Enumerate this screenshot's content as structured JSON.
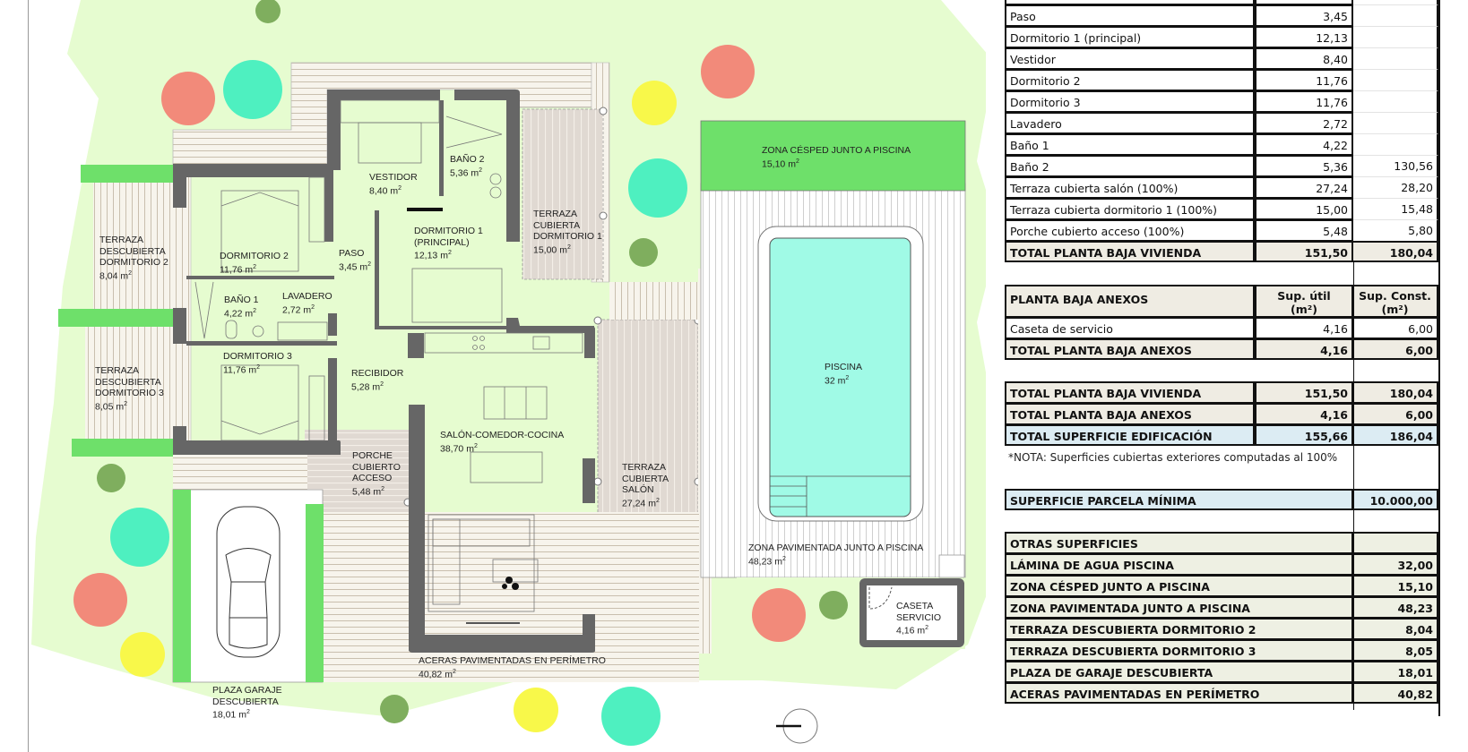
{
  "floor_plan": {
    "rooms": [
      {
        "id": "vestidor",
        "name": "VESTIDOR",
        "area": "8,40 m",
        "exp": "2"
      },
      {
        "id": "bano2",
        "name": "BAÑO 2",
        "area": "5,36 m",
        "exp": "2"
      },
      {
        "id": "dormitorio2",
        "name": "DORMITORIO 2",
        "area": "11,76 m",
        "exp": "2"
      },
      {
        "id": "paso",
        "name": "PASO",
        "area": "3,45 m",
        "exp": "2"
      },
      {
        "id": "dormitorio1",
        "name": "DORMITORIO 1\n(PRINCIPAL)",
        "area": "12,13 m",
        "exp": "2"
      },
      {
        "id": "terraza-cub-dorm1",
        "name": "TERRAZA\nCUBIERTA\nDORMITORIO 1",
        "area": "15,00 m",
        "exp": "2"
      },
      {
        "id": "terraza-desc-dorm2",
        "name": "TERRAZA\nDESCUBIERTA\nDORMITORIO 2",
        "area": "8,04 m",
        "exp": "2"
      },
      {
        "id": "bano1",
        "name": "BAÑO 1",
        "area": "4,22 m",
        "exp": "2"
      },
      {
        "id": "lavadero",
        "name": "LAVADERO",
        "area": "2,72 m",
        "exp": "2"
      },
      {
        "id": "dormitorio3",
        "name": "DORMITORIO 3",
        "area": "11,76 m",
        "exp": "2"
      },
      {
        "id": "recibidor",
        "name": "RECIBIDOR",
        "area": "5,28 m",
        "exp": "2"
      },
      {
        "id": "terraza-desc-dorm3",
        "name": "TERRAZA\nDESCUBIERTA\nDORMITORIO 3",
        "area": "8,05 m",
        "exp": "2"
      },
      {
        "id": "porche",
        "name": "PORCHE\nCUBIERTO\nACCESO",
        "area": "5,48 m",
        "exp": "2"
      },
      {
        "id": "salon",
        "name": "SALÓN-COMEDOR-COCINA",
        "area": "38,70 m",
        "exp": "2"
      },
      {
        "id": "terraza-cub-salon",
        "name": "TERRAZA\nCUBIERTA\nSALÓN",
        "area": "27,24 m",
        "exp": "2"
      },
      {
        "id": "cesped",
        "name": "ZONA CÉSPED JUNTO A PISCINA",
        "area": "15,10 m",
        "exp": "2"
      },
      {
        "id": "piscina",
        "name": "PISCINA",
        "area": "32 m",
        "exp": "2"
      },
      {
        "id": "zona-pavimentada",
        "name": "ZONA PAVIMENTADA JUNTO A PISCINA",
        "area": "48,23 m",
        "exp": "2"
      },
      {
        "id": "caseta",
        "name": "CASETA\nSERVICIO",
        "area": "4,16 m",
        "exp": "2"
      },
      {
        "id": "aceras",
        "name": "ACERAS PAVIMENTADAS EN PERÍMETRO",
        "area": "40,82 m",
        "exp": "2"
      },
      {
        "id": "garaje",
        "name": "PLAZA GARAJE\nDESCUBIERTA",
        "area": "18,01 m",
        "exp": "2"
      }
    ],
    "colors": {
      "lawn": "#e6fcd0",
      "grass_strip": "#6ee06a",
      "pool": "#a0fae6",
      "wall": "#666666",
      "tree_red": "#f28a7a",
      "tree_cyan": "#4ef0c0",
      "tree_yellow": "#f8f84a",
      "tree_olive": "#7fae5e",
      "terrace_covered": "#ddd7d0",
      "deck": "#f6f3ea"
    },
    "north_arrow": "north-arrow"
  },
  "table": {
    "vivienda_rows": [
      {
        "label": "Paso",
        "util": "3,45",
        "const": ""
      },
      {
        "label": "Dormitorio 1 (principal)",
        "util": "12,13",
        "const": ""
      },
      {
        "label": "Vestidor",
        "util": "8,40",
        "const": ""
      },
      {
        "label": "Dormitorio 2",
        "util": "11,76",
        "const": ""
      },
      {
        "label": "Dormitorio 3",
        "util": "11,76",
        "const": ""
      },
      {
        "label": "Lavadero",
        "util": "2,72",
        "const": ""
      },
      {
        "label": "Baño 1",
        "util": "4,22",
        "const": ""
      },
      {
        "label": "Baño 2",
        "util": "5,36",
        "const": "130,56"
      },
      {
        "label": "Terraza cubierta salón (100%)",
        "util": "27,24",
        "const": "28,20"
      },
      {
        "label": "Terraza cubierta dormitorio 1 (100%)",
        "util": "15,00",
        "const": "15,48"
      },
      {
        "label": "Porche cubierto acceso (100%)",
        "util": "5,48",
        "const": "5,80"
      }
    ],
    "vivienda_total": {
      "label": "TOTAL PLANTA BAJA VIVIENDA",
      "util": "151,50",
      "const": "180,04"
    },
    "anexos_header": {
      "label": "PLANTA BAJA ANEXOS",
      "util_h1": "Sup. útil",
      "util_h2": "(m²)",
      "const_h1": "Sup. Const.",
      "const_h2": "(m²)"
    },
    "anexos_rows": [
      {
        "label": "Caseta de servicio",
        "util": "4,16",
        "const": "6,00"
      }
    ],
    "anexos_total": {
      "label": "TOTAL PLANTA BAJA ANEXOS",
      "util": "4,16",
      "const": "6,00"
    },
    "summary": [
      {
        "label": "TOTAL PLANTA BAJA VIVIENDA",
        "util": "151,50",
        "const": "180,04"
      },
      {
        "label": "TOTAL PLANTA BAJA ANEXOS",
        "util": "4,16",
        "const": "6,00"
      },
      {
        "label": "TOTAL SUPERFICIE EDIFICACIÓN",
        "util": "155,66",
        "const": "186,04"
      }
    ],
    "note": "*NOTA: Superficies cubiertas exteriores computadas al 100%",
    "parcela": {
      "label": "SUPERFICIE PARCELA MÍNIMA",
      "value": "10.000,00"
    },
    "otras_header": "OTRAS SUPERFICIES",
    "otras_rows": [
      {
        "label": "LÁMINA DE AGUA PISCINA",
        "value": "32,00"
      },
      {
        "label": "ZONA CÉSPED JUNTO A PISCINA",
        "value": "15,10"
      },
      {
        "label": "ZONA PAVIMENTADA JUNTO A PISCINA",
        "value": "48,23"
      },
      {
        "label": "TERRAZA DESCUBIERTA DORMITORIO 2",
        "value": "8,04"
      },
      {
        "label": "TERRAZA DESCUBIERTA DORMITORIO 3",
        "value": "8,05"
      },
      {
        "label": "PLAZA DE GARAJE DESCUBIERTA",
        "value": "18,01"
      },
      {
        "label": "ACERAS PAVIMENTADAS EN PERÍMETRO",
        "value": "40,82"
      }
    ]
  }
}
